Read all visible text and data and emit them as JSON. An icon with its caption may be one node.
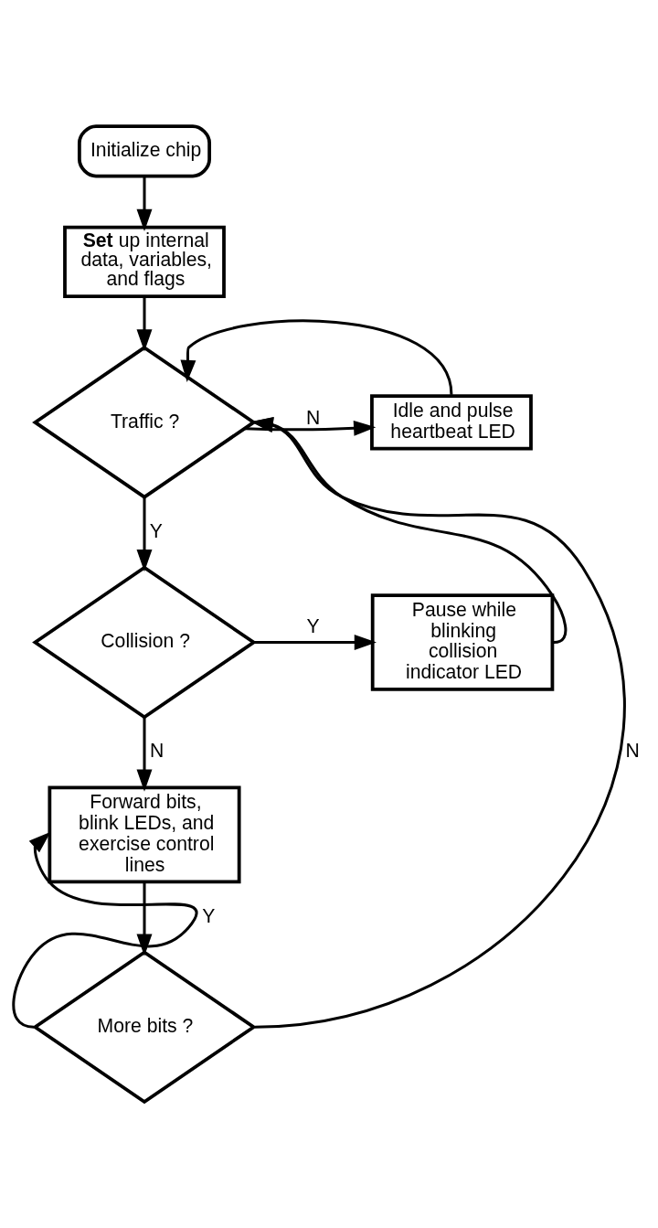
{
  "diagram": {
    "nodes": [
      {
        "text": [
          "Initialize chip"
        ]
      },
      {
        "text": [
          "**Set** up internal data, variables, and flags"
        ]
      },
      {
        "text": [
          "Traffic ?"
        ]
      },
      {
        "text": [
          "Idle and pulse heartbeat LED"
        ]
      },
      {
        "text": [
          "Collision ?"
        ]
      },
      {
        "text": [
          "Pause while blinking collision indicator LED"
        ]
      },
      {
        "text": [
          "Forward bits, blink LEDs, and exercise control lines"
        ]
      },
      {
        "text": [
          "More bits ?"
        ]
      }
    ],
    "edges": [
      {
        "from": 0,
        "to": 1,
        "arrow": "to"
      },
      {
        "from": 1,
        "to": 2,
        "arrow": "to"
      },
      {
        "from": 2,
        "to": 3,
        "arrow": "to",
        "label": "N"
      },
      {
        "from": 3,
        "to": 2,
        "arrow": "to"
      },
      {
        "from": 2,
        "to": 4,
        "arrow": "to",
        "label": "Y"
      },
      {
        "from": 4,
        "to": 5,
        "arrow": "to",
        "label": "Y"
      },
      {
        "from": 5,
        "to": 2,
        "arrow": "to"
      },
      {
        "from": 4,
        "to": 6,
        "arrow": "to",
        "label": "N"
      },
      {
        "from": 6,
        "to": 7,
        "arrow": "to"
      },
      {
        "from": 7,
        "to": 6,
        "arrow": "to",
        "label": "Y"
      },
      {
        "from": 7,
        "to": 2,
        "arrow": "to",
        "label": "N"
      }
    ]
  }
}
